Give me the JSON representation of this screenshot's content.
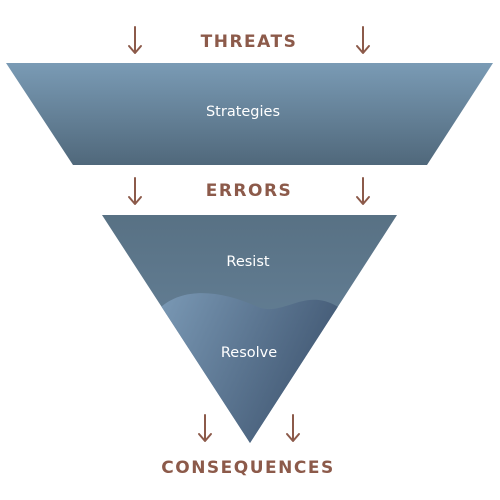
{
  "diagram": {
    "threats_label": "THREATS",
    "errors_label": "ERRORS",
    "consequences_label": "CONSEQUENCES",
    "strategies_label": "Strategies",
    "resist_label": "Resist",
    "resolve_label": "Resolve"
  },
  "colors": {
    "heading": "#8c5a4a",
    "arrow": "#8c5a4a",
    "trapezoid_top": "#7a9bb5",
    "trapezoid_bottom": "#50687b",
    "triangle_top": "#587184",
    "triangle_mid": "#6d8aa3",
    "resolve_light": "#7d9cb8",
    "resolve_dark": "#3f5570",
    "label_text": "#ffffff"
  },
  "icons": {
    "arrow": "down-arrow-icon"
  }
}
